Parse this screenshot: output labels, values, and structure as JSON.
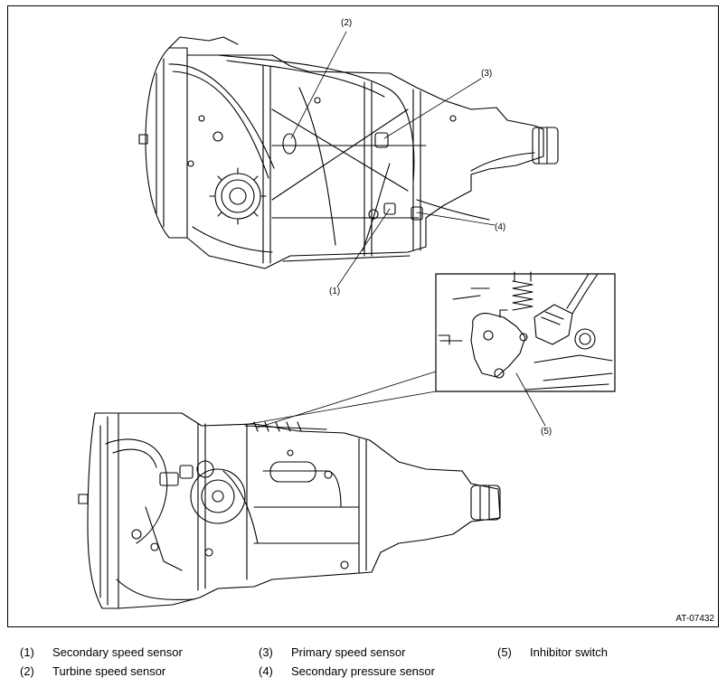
{
  "figure_id": "AT-07432",
  "callouts": {
    "c1": "(1)",
    "c2": "(2)",
    "c3": "(3)",
    "c4": "(4)",
    "c5": "(5)"
  },
  "legend": [
    {
      "num": "(1)",
      "label": "Secondary speed sensor"
    },
    {
      "num": "(2)",
      "label": "Turbine speed sensor"
    },
    {
      "num": "(3)",
      "label": "Primary speed sensor"
    },
    {
      "num": "(4)",
      "label": "Secondary pressure sensor"
    },
    {
      "num": "(5)",
      "label": "Inhibitor switch"
    }
  ]
}
